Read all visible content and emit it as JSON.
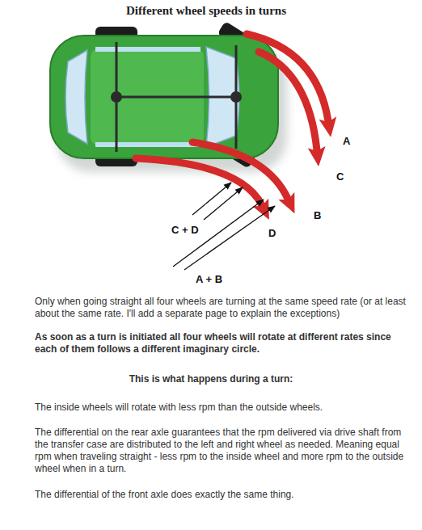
{
  "diagram": {
    "title": "Different wheel speeds in turns",
    "labels": [
      "A",
      "C",
      "B",
      "D",
      "C + D",
      "A + B",
      "Only when going straight all four wheels are turning at the same speed rate (or at least about the same rate. I'll add a separate page to explain the exceptions)",
      "As soon as a turn is initiated all four wheels will rotate at different rates since each of them follows a different imaginary circle.",
      "This is what happens during a turn:",
      "The inside wheels will rotate with less rpm than the outside wheels.",
      "The differential on the rear axle guarantees that the rpm delivered via drive shaft from the transfer case are distributed to the left and right wheel as needed. Meaning equal rpm when traveling straight - less rpm to the inside wheel and more rpm to the outside wheel when in a turn.",
      "The differential of the front axle does exactly the same thing."
    ]
  }
}
